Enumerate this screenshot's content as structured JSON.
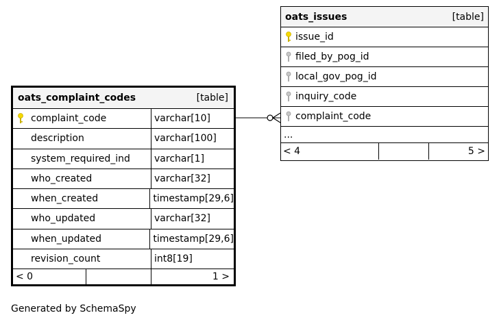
{
  "tables": {
    "complaint_codes": {
      "name": "oats_complaint_codes",
      "kind": "[table]",
      "columns": [
        {
          "name": "complaint_code",
          "type": "varchar[10]",
          "key": "primary"
        },
        {
          "name": "description",
          "type": "varchar[100]",
          "key": "none"
        },
        {
          "name": "system_required_ind",
          "type": "varchar[1]",
          "key": "none"
        },
        {
          "name": "who_created",
          "type": "varchar[32]",
          "key": "none"
        },
        {
          "name": "when_created",
          "type": "timestamp[29,6]",
          "key": "none"
        },
        {
          "name": "who_updated",
          "type": "varchar[32]",
          "key": "none"
        },
        {
          "name": "when_updated",
          "type": "timestamp[29,6]",
          "key": "none"
        },
        {
          "name": "revision_count",
          "type": "int8[19]",
          "key": "none"
        }
      ],
      "footer": {
        "left": "< 0",
        "middle": "",
        "right": "1 >"
      }
    },
    "issues": {
      "name": "oats_issues",
      "kind": "[table]",
      "columns": [
        {
          "name": "issue_id",
          "key": "primary"
        },
        {
          "name": "filed_by_pog_id",
          "key": "foreign"
        },
        {
          "name": "local_gov_pog_id",
          "key": "foreign"
        },
        {
          "name": "inquiry_code",
          "key": "foreign"
        },
        {
          "name": "complaint_code",
          "key": "foreign"
        }
      ],
      "more": "...",
      "footer": {
        "left": "< 4",
        "middle": "",
        "right": "5 >"
      }
    }
  },
  "colors": {
    "primary_key": "#f5d800",
    "foreign_key": "#a8a8a8",
    "header_bg": "#f4f4f4"
  },
  "icons": {
    "primary_key": "key-icon",
    "foreign_key": "key-icon"
  },
  "caption": "Generated by SchemaSpy"
}
